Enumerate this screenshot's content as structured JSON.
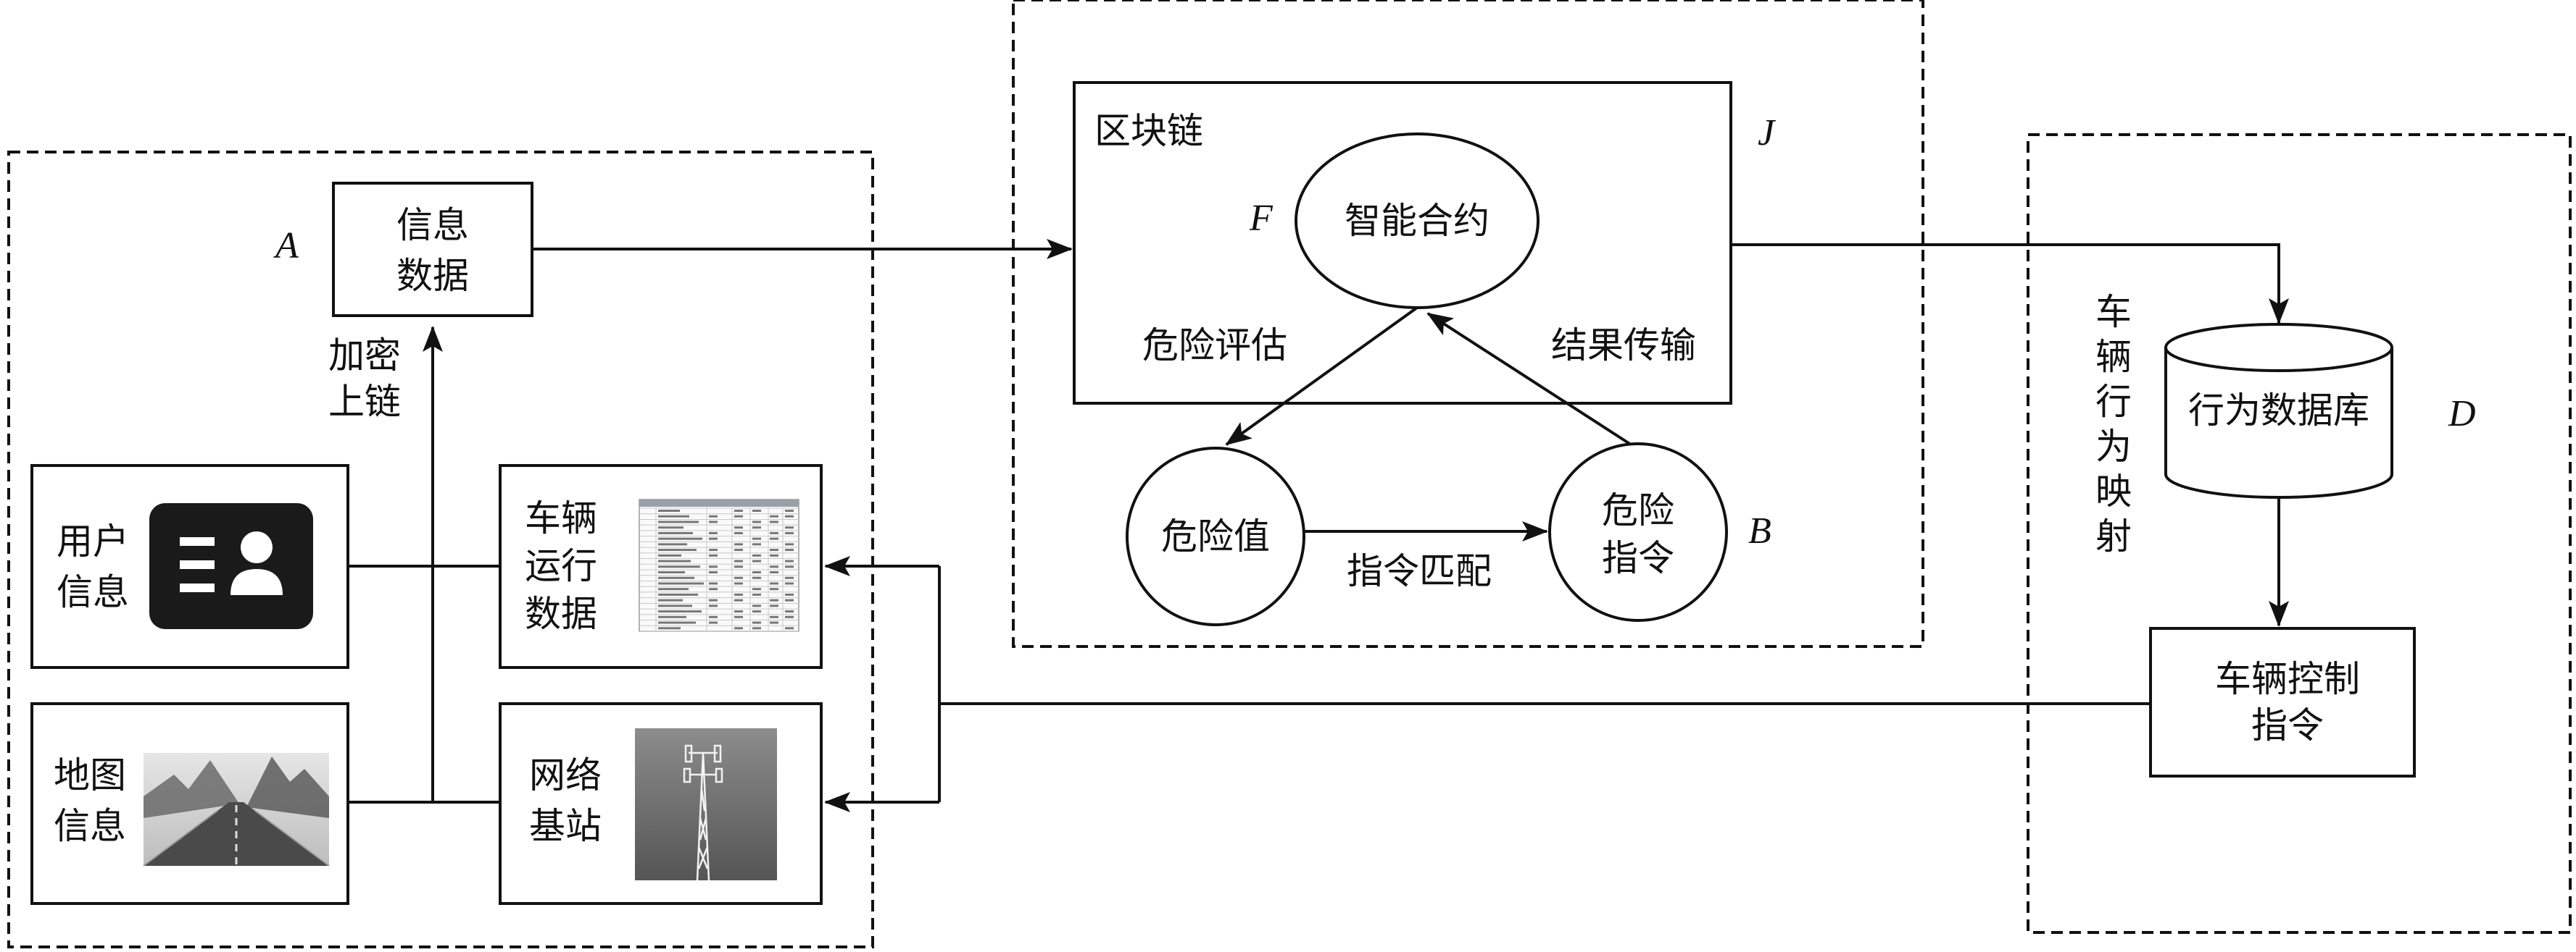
{
  "regions": {
    "left_marker": "A",
    "blockchain_marker": "J",
    "right_marker": "D"
  },
  "nodes": {
    "info_data": {
      "line1": "信息",
      "line2": "数据"
    },
    "encrypt_chain": {
      "line1": "加密",
      "line2": "上链"
    },
    "user_info": {
      "line1": "用户",
      "line2": "信息",
      "icon": "id-card-icon"
    },
    "vehicle_run_data": {
      "line1": "车辆",
      "line2": "运行",
      "line3": "数据",
      "icon": "data-table-thumbnail"
    },
    "map_info": {
      "line1": "地图",
      "line2": "信息",
      "icon": "road-photo"
    },
    "network_base": {
      "line1": "网络",
      "line2": "基站",
      "icon": "cell-tower-photo"
    },
    "blockchain": {
      "label": "区块链"
    },
    "smart_contract": {
      "label": "智能合约",
      "marker": "F"
    },
    "risk_assess": {
      "label": "危险评估"
    },
    "result_transfer": {
      "label": "结果传输"
    },
    "risk_value": {
      "label": "危险值"
    },
    "risk_command": {
      "line1": "危险",
      "line2": "指令",
      "marker": "B"
    },
    "command_match": {
      "label": "指令匹配"
    },
    "behavior_db": {
      "label": "行为数据库"
    },
    "vehicle_mapping": {
      "chars": [
        "车",
        "辆",
        "行",
        "为",
        "映",
        "射"
      ]
    },
    "vehicle_control": {
      "line1": "车辆控制",
      "line2": "指令"
    }
  },
  "colors": {
    "stroke": "#111111",
    "icon_dark": "#1a1a1a"
  }
}
